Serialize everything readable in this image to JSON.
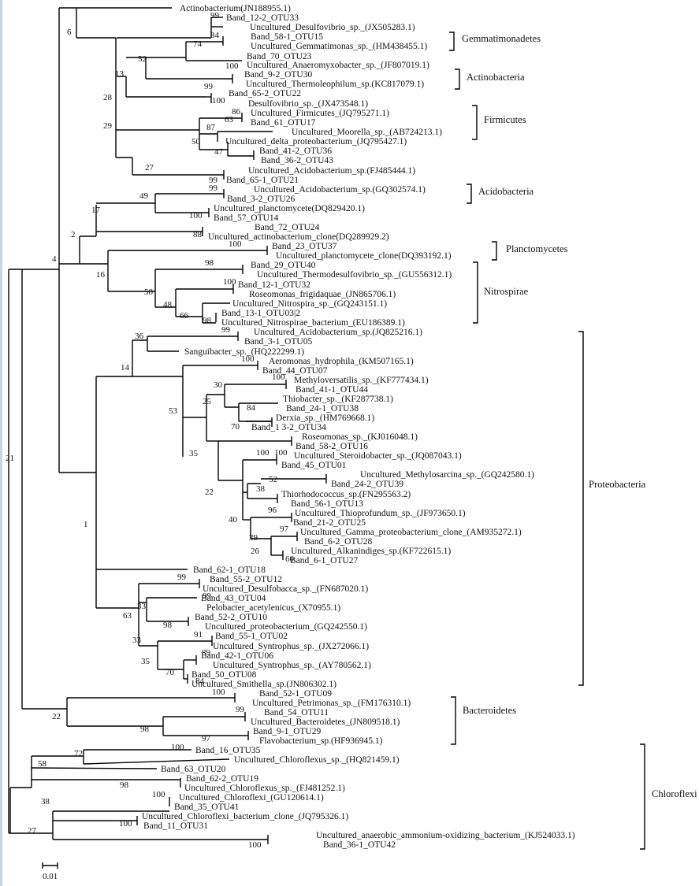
{
  "figure": {
    "scale_bar_label": "0.01"
  },
  "leaves": [
    {
      "id": "L1",
      "label": "Actinobacterium(JN188955.1)"
    },
    {
      "id": "L2",
      "label": "Band_12-2_OTU33"
    },
    {
      "id": "L3",
      "label": "Uncultured_Desulfovibrio_sp._(JX505283.1)"
    },
    {
      "id": "L4",
      "label": "Band_58-1_OTU15"
    },
    {
      "id": "L5",
      "label": "Uncultured_Gemmatimonas_sp._(HM438455.1)"
    },
    {
      "id": "L6",
      "label": "Band_70_OTU23"
    },
    {
      "id": "L7",
      "label": "Uncultured_Anaeromyxobacter_sp._(JF807019.1)"
    },
    {
      "id": "L8",
      "label": "Band_9-2_OTU30"
    },
    {
      "id": "L9",
      "label": "Uncultured_Thermoleophilum_sp.(KC817079.1)"
    },
    {
      "id": "L10",
      "label": "Band_65-2_OTU22"
    },
    {
      "id": "L11",
      "label": "Desulfovibrio_sp._(JX473548.1)"
    },
    {
      "id": "L12",
      "label": "Uncultured_Firmicutes_(JQ795271.1)"
    },
    {
      "id": "L13",
      "label": "Band_61_OTU17"
    },
    {
      "id": "L14",
      "label": "Uncultured_Moorella_sp._(AB724213.1)"
    },
    {
      "id": "L15",
      "label": "Uncultured_delta_proteobacterium_(JQ795427.1)"
    },
    {
      "id": "L16",
      "label": "Band_41-2_OTU36"
    },
    {
      "id": "L17",
      "label": "Band_36-2_OTU43"
    },
    {
      "id": "L18",
      "label": "Uncultured_Acidobacterium_sp.(FJ485444.1)"
    },
    {
      "id": "L19",
      "label": "Band_65-1_OTU21"
    },
    {
      "id": "L20",
      "label": "Uncultured_Acidobacterium_sp.(GQ302574.1)"
    },
    {
      "id": "L21",
      "label": "Band_3-2_OTU26"
    },
    {
      "id": "L22",
      "label": "Uncultured_planctomycete(DQ829420.1)"
    },
    {
      "id": "L23",
      "label": "Band_57_OTU14"
    },
    {
      "id": "L24",
      "label": "Band_72_OTU24"
    },
    {
      "id": "L25",
      "label": "Uncultured_actinobacterium_clone(DQ289929.2)"
    },
    {
      "id": "L26",
      "label": "Band_23_OTU37"
    },
    {
      "id": "L27",
      "label": "Uncultured_planctomycete_clone(DQ393192.1)"
    },
    {
      "id": "L28",
      "label": "Band_29_OTU40"
    },
    {
      "id": "L29",
      "label": "Uncultured_Thermodesulfovibrio_sp._(GU556312.1)"
    },
    {
      "id": "L30",
      "label": "Band_12-1_OTU32"
    },
    {
      "id": "L31",
      "label": "Roseomonas_frigidaquae_(JN865706.1)"
    },
    {
      "id": "L32",
      "label": "Uncultured_Nitrospira_sp._(GQ243151.1)"
    },
    {
      "id": "L33",
      "label": "Band_13-1_OTU03|2"
    },
    {
      "id": "L34",
      "label": "Uncultured_Nitrospirae_bacterium_(EU186389.1)"
    },
    {
      "id": "L35",
      "label": "Uncultured_Acidobacterium_sp.(JQ825216.1)"
    },
    {
      "id": "L36",
      "label": "Band_3-1_OTU05"
    },
    {
      "id": "L37",
      "label": "Sanguibacter_sp._(HQ222299.1)"
    },
    {
      "id": "L38",
      "label": "Aeromonas_hydrophila_(KM507165.1)"
    },
    {
      "id": "L39",
      "label": "Band_44_OTU07"
    },
    {
      "id": "L40",
      "label": "Methyloversatilis_sp._(KF777434.1)"
    },
    {
      "id": "L41",
      "label": "Band_41-1_OTU44"
    },
    {
      "id": "L42",
      "label": "Thiobacter_sp._(KF287738.1)"
    },
    {
      "id": "L43",
      "label": "Band_24-1_OTU38"
    },
    {
      "id": "L44",
      "label": "Derxia_sp._(HM769668.1)"
    },
    {
      "id": "L45",
      "label": "Band_1 3-2_OTU34"
    },
    {
      "id": "L46",
      "label": "Roseomonas_sp._(KJ016048.1)"
    },
    {
      "id": "L47",
      "label": "Band_58-2_OTU16"
    },
    {
      "id": "L48",
      "label": "Uncultured_Steroidobacter_sp._(JQ087043.1)"
    },
    {
      "id": "L49",
      "label": "Band_45_OTU01"
    },
    {
      "id": "L50",
      "label": "Uncultured_Methylosarcina_sp._(GQ242580.1)"
    },
    {
      "id": "L51",
      "label": "Band_24-2_OTU39"
    },
    {
      "id": "L52",
      "label": "Thiorhodococcus_sp.(FN295563.2)"
    },
    {
      "id": "L53",
      "label": "Band_56-1_OTU13"
    },
    {
      "id": "L54",
      "label": "Uncultured_Thioprofundum_sp._(JF973650.1)"
    },
    {
      "id": "L55",
      "label": "Band_21-2_OTU25"
    },
    {
      "id": "L56",
      "label": "Uncultured_Gamma_proteobacterium_clone_(AM935272.1)"
    },
    {
      "id": "L57",
      "label": "Band_6-2_OTU28"
    },
    {
      "id": "L58",
      "label": "Uncultured_Alkanindiges_sp.(KF722615.1)"
    },
    {
      "id": "L59",
      "label": "Band_6-1_OTU27"
    },
    {
      "id": "L60",
      "label": "Band_62-1_OTU18"
    },
    {
      "id": "L61",
      "label": "Band_55-2_OTU12"
    },
    {
      "id": "L62",
      "label": "Uncultured_Desulfobacca_sp._(FN687020.1)"
    },
    {
      "id": "L63",
      "label": "Band_43_OTU04"
    },
    {
      "id": "L64",
      "label": "Pelobacter_acetylenicus_(X70955.1)"
    },
    {
      "id": "L65",
      "label": "Band_52-2_OTU10"
    },
    {
      "id": "L66",
      "label": "Uncultured_proteobacterium_(GQ242550.1)"
    },
    {
      "id": "L67",
      "label": "Band_55-1_OTU02"
    },
    {
      "id": "L68",
      "label": "Uncultured_Syntrophus_sp._(JX272066.1)"
    },
    {
      "id": "L69",
      "label": "Band_42-1_OTU06"
    },
    {
      "id": "L70",
      "label": "Uncultured_Syntrophus_sp._(AY780562.1)"
    },
    {
      "id": "L71",
      "label": "Band_50_OTU08"
    },
    {
      "id": "L72",
      "label": "Uncultured_Smithella_sp.(JN806302.1)"
    },
    {
      "id": "L73",
      "label": "Band_52-1_OTU09"
    },
    {
      "id": "L74",
      "label": "Uncultured_Petrimonas_sp._(FM176310.1)"
    },
    {
      "id": "L75",
      "label": "Band_54_OTU11"
    },
    {
      "id": "L76",
      "label": "Uncultured_Bacteroidetes_(JN809518.1)"
    },
    {
      "id": "L77",
      "label": "Band_9-1_OTU29"
    },
    {
      "id": "L78",
      "label": "Flavobacterium_sp.(HF936945.1)"
    },
    {
      "id": "L79",
      "label": "Band_16_OTU35"
    },
    {
      "id": "L80",
      "label": "Uncultured_Chloroflexus_sp._(HQ821459.1)"
    },
    {
      "id": "L81",
      "label": "Band_63_OTU20"
    },
    {
      "id": "L82",
      "label": "Band_62-2_OTU19"
    },
    {
      "id": "L83",
      "label": "Uncultured_Chloroflexus_sp._(FJ481252.1)"
    },
    {
      "id": "L84",
      "label": "Uncultured_Chloroflexi_(GU120614.1)"
    },
    {
      "id": "L85",
      "label": "Band_35_OTU41"
    },
    {
      "id": "L86",
      "label": "Uncultured_Chloroflexi_bacterium_clone_(JQ795326.1)"
    },
    {
      "id": "L87",
      "label": "Band_11_OTU31"
    },
    {
      "id": "L88",
      "label": "Uncultured_anaerobic_ammonium-oxidizing_bacterium_(KJ524033.1)"
    },
    {
      "id": "L89",
      "label": "Band_36-1_OTU42"
    }
  ],
  "bootstrap_values": [
    "99",
    "84",
    "74",
    "52",
    "100",
    "99",
    "13",
    "100",
    "28",
    "86",
    "63",
    "87",
    "47",
    "50",
    "29",
    "27",
    "99",
    "6",
    "99",
    "49",
    "100",
    "17",
    "88",
    "2",
    "100",
    "98",
    "100",
    "16",
    "58",
    "48",
    "66",
    "98",
    "4",
    "99",
    "36",
    "100",
    "14",
    "30",
    "100",
    "25",
    "84",
    "70",
    "53",
    "35",
    "100",
    "100",
    "52",
    "38",
    "22",
    "96",
    "40",
    "97",
    "39",
    "26",
    "60",
    "1",
    "99",
    "99",
    "33",
    "98",
    "63",
    "91",
    "33",
    "89",
    "35",
    "70",
    "84",
    "21",
    "100",
    "99",
    "22",
    "98",
    "97",
    "100",
    "72",
    "58",
    "98",
    "100",
    "38",
    "100",
    "27",
    "100"
  ],
  "clades": [
    {
      "id": "C1",
      "label": "Gemmatimonadetes"
    },
    {
      "id": "C2",
      "label": "Actinobacteria"
    },
    {
      "id": "C3",
      "label": "Firmicutes"
    },
    {
      "id": "C4",
      "label": "Acidobacteria"
    },
    {
      "id": "C5",
      "label": "Planctomycetes"
    },
    {
      "id": "C6",
      "label": "Nitrospirae"
    },
    {
      "id": "C7",
      "label": "Proteobacteria"
    },
    {
      "id": "C8",
      "label": "Bacteroidetes"
    },
    {
      "id": "C9",
      "label": "Chloroflexi"
    }
  ]
}
